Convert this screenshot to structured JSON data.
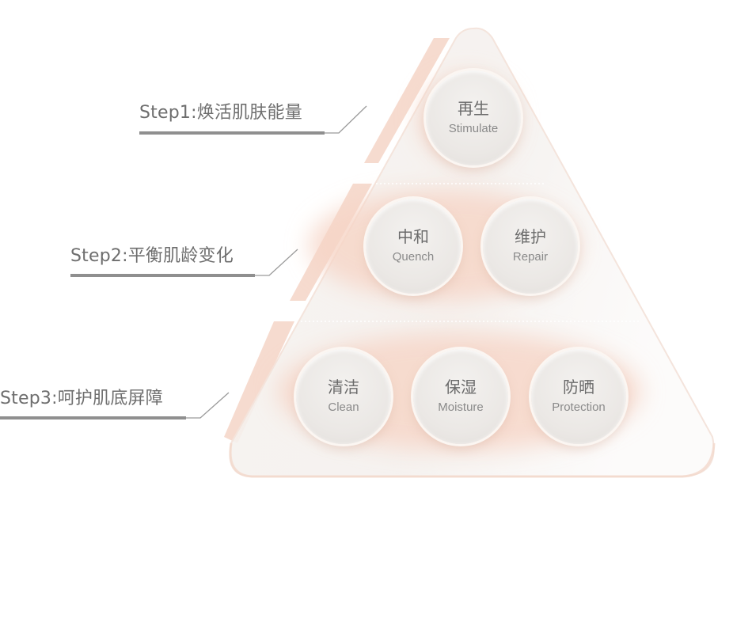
{
  "steps": [
    {
      "label": "Step1:焕活肌肤能量"
    },
    {
      "label": "Step2:平衡肌龄变化"
    },
    {
      "label": "Step3:呵护肌底屏障"
    }
  ],
  "items": [
    {
      "zh": "再生",
      "en": "Stimulate"
    },
    {
      "zh": "中和",
      "en": "Quench"
    },
    {
      "zh": "维护",
      "en": "Repair"
    },
    {
      "zh": "清洁",
      "en": "Clean"
    },
    {
      "zh": "保湿",
      "en": "Moisture"
    },
    {
      "zh": "防晒",
      "en": "Protection"
    }
  ],
  "colors": {
    "tier_peach": "#f6d9cc",
    "pyramid_glass": "#f4f1ef",
    "label_text": "#6e6e6e",
    "leader_line": "#9a9a9a"
  }
}
